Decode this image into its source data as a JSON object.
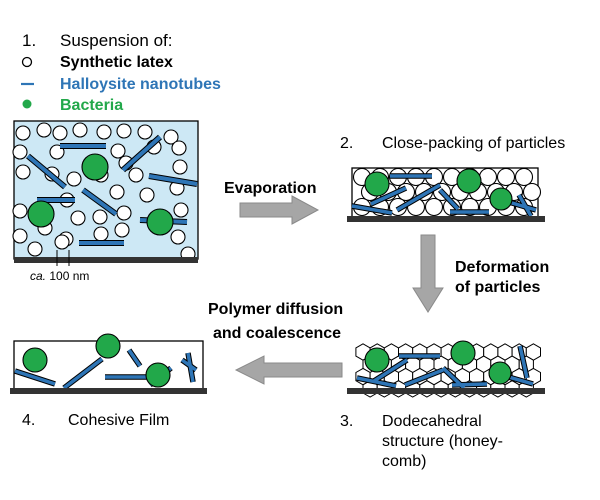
{
  "legend": {
    "step": "1.",
    "heading": "Suspension of:",
    "latex": {
      "symbol": "○",
      "label": "Synthetic latex"
    },
    "halloysite": {
      "symbol": "–",
      "label": "Halloysite nanotubes",
      "color": "#2e75b6"
    },
    "bacteria": {
      "symbol": "●",
      "label": "Bacteria",
      "color": "#22a84a"
    }
  },
  "scale": {
    "prefix": "ca.",
    "value": " 100 nm"
  },
  "stages": {
    "close_packing": {
      "number": "2.",
      "label": "Close-packing of particles"
    },
    "dodecahedral": {
      "number": "3.",
      "lines": [
        "Dodecahedral",
        "structure (honey-",
        "comb)"
      ]
    },
    "film": {
      "number": "4.",
      "label": "Cohesive Film"
    }
  },
  "processes": {
    "evaporation": "Evaporation",
    "deformation": [
      "Deformation",
      "of particles"
    ],
    "diffusion": [
      "Polymer diffusion",
      "and coalescence"
    ]
  },
  "colors": {
    "water": "#cde8f5",
    "substrate": "#333333",
    "arrow": "#a6a6a6",
    "nanotube": "#2e75b6",
    "bacteria": "#22a84a",
    "outline": "#000000"
  }
}
